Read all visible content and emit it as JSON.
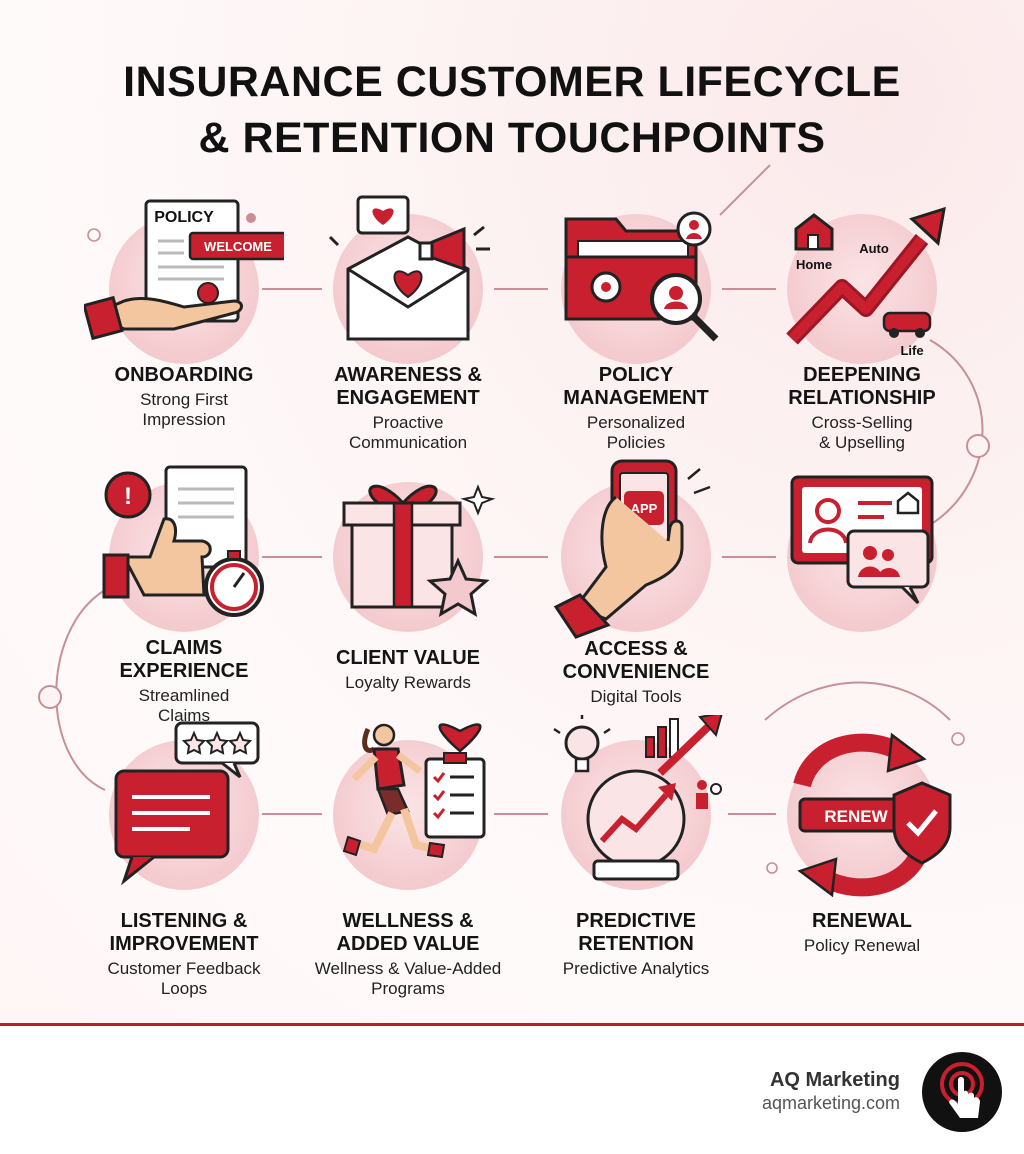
{
  "title": {
    "line1": "INSURANCE CUSTOMER LIFECYCLE",
    "line2": "& RETENTION TOUCHPOINTS"
  },
  "colors": {
    "primary": "#c8202f",
    "dark_red": "#9e1623",
    "circle_fill": "#f3c9cd",
    "connector": "#c98f96"
  },
  "stages": [
    {
      "name": "ONBOARDING",
      "sub": "Strong First\nImpression",
      "icon": "policy-welcome-icon",
      "labels": {
        "policy": "POLICY",
        "welcome": "WELCOME"
      }
    },
    {
      "name": "AWARENESS &\nENGAGEMENT",
      "sub": "Proactive\nCommunication",
      "icon": "envelope-megaphone-icon"
    },
    {
      "name": "POLICY\nMANAGEMENT",
      "sub": "Personalized\nPolicies",
      "icon": "folder-gear-icon"
    },
    {
      "name": "DEEPENING\nRELATIONSHIP",
      "sub": "Cross-Selling\n& Upselling",
      "icon": "growth-arrow-icon",
      "labels": {
        "home": "Home",
        "auto": "Auto",
        "life": "Life"
      }
    },
    {
      "name": "CLAIMS\nEXPERIENCE",
      "sub": "Streamlined\nClaims",
      "icon": "thumbs-up-stopwatch-icon"
    },
    {
      "name": "CLIENT VALUE",
      "sub": "Loyalty Rewards",
      "icon": "gift-star-icon"
    },
    {
      "name": "ACCESS &\nCONVENIENCE",
      "sub": "Digital Tools",
      "icon": "phone-app-icon",
      "labels": {
        "app": "APP"
      }
    },
    {
      "name": "",
      "sub": "",
      "icon": "id-card-chat-icon"
    },
    {
      "name": "LISTENING &\nIMPROVEMENT",
      "sub": "Customer Feedback\nLoops",
      "icon": "feedback-chat-icon"
    },
    {
      "name": "WELLNESS &\nADDED VALUE",
      "sub": "Wellness & Value-Added\nPrograms",
      "icon": "runner-checklist-icon"
    },
    {
      "name": "PREDICTIVE\nRETENTION",
      "sub": "Predictive Analytics",
      "icon": "crystal-ball-chart-icon"
    },
    {
      "name": "RENEWAL",
      "sub": "Policy Renewal",
      "icon": "renew-shield-icon",
      "labels": {
        "renew": "RENEW"
      }
    }
  ],
  "brand": {
    "name": "AQ Marketing",
    "url": "aqmarketing.com",
    "logo_icon": "tap-hand-icon"
  }
}
